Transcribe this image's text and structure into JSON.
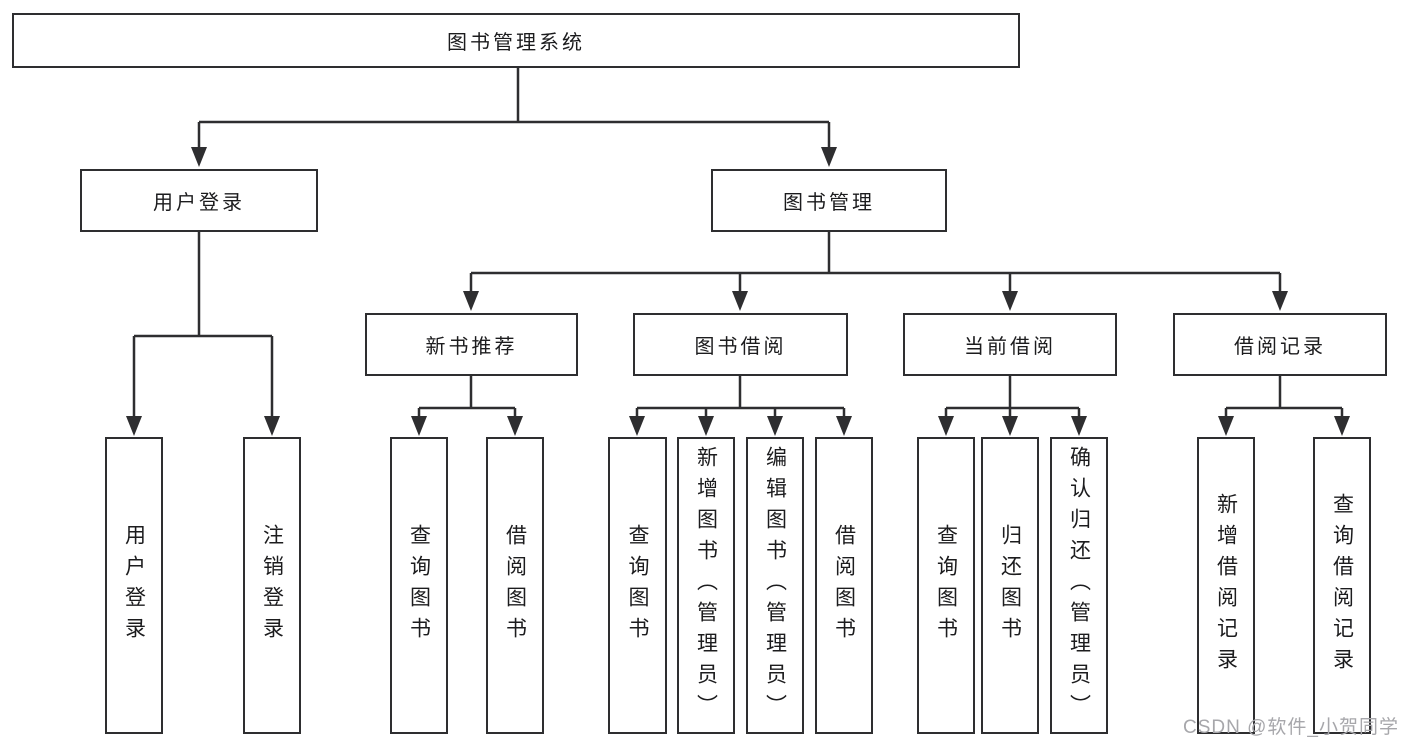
{
  "diagram": {
    "type": "tree",
    "root": {
      "label": "图书管理系统",
      "children": [
        {
          "label": "用户登录",
          "children": [
            {
              "label": "用户登录"
            },
            {
              "label": "注销登录"
            }
          ]
        },
        {
          "label": "图书管理",
          "children": [
            {
              "label": "新书推荐",
              "children": [
                {
                  "label": "查询图书"
                },
                {
                  "label": "借阅图书"
                }
              ]
            },
            {
              "label": "图书借阅",
              "children": [
                {
                  "label": "查询图书"
                },
                {
                  "label": "新增图书（管理员）"
                },
                {
                  "label": "编辑图书（管理员）"
                },
                {
                  "label": "借阅图书"
                }
              ]
            },
            {
              "label": "当前借阅",
              "children": [
                {
                  "label": "查询图书"
                },
                {
                  "label": "归还图书"
                },
                {
                  "label": "确认归还（管理员）"
                }
              ]
            },
            {
              "label": "借阅记录",
              "children": [
                {
                  "label": "新增借阅记录"
                },
                {
                  "label": "查询借阅记录"
                }
              ]
            }
          ]
        }
      ]
    },
    "watermark": "CSDN @软件_小贺同学",
    "colors": {
      "line": "#2e2e30",
      "box_border": "#2e2e30",
      "text": "#1c1c1e",
      "watermark": "#a7a7ab",
      "background": "#ffffff"
    }
  }
}
